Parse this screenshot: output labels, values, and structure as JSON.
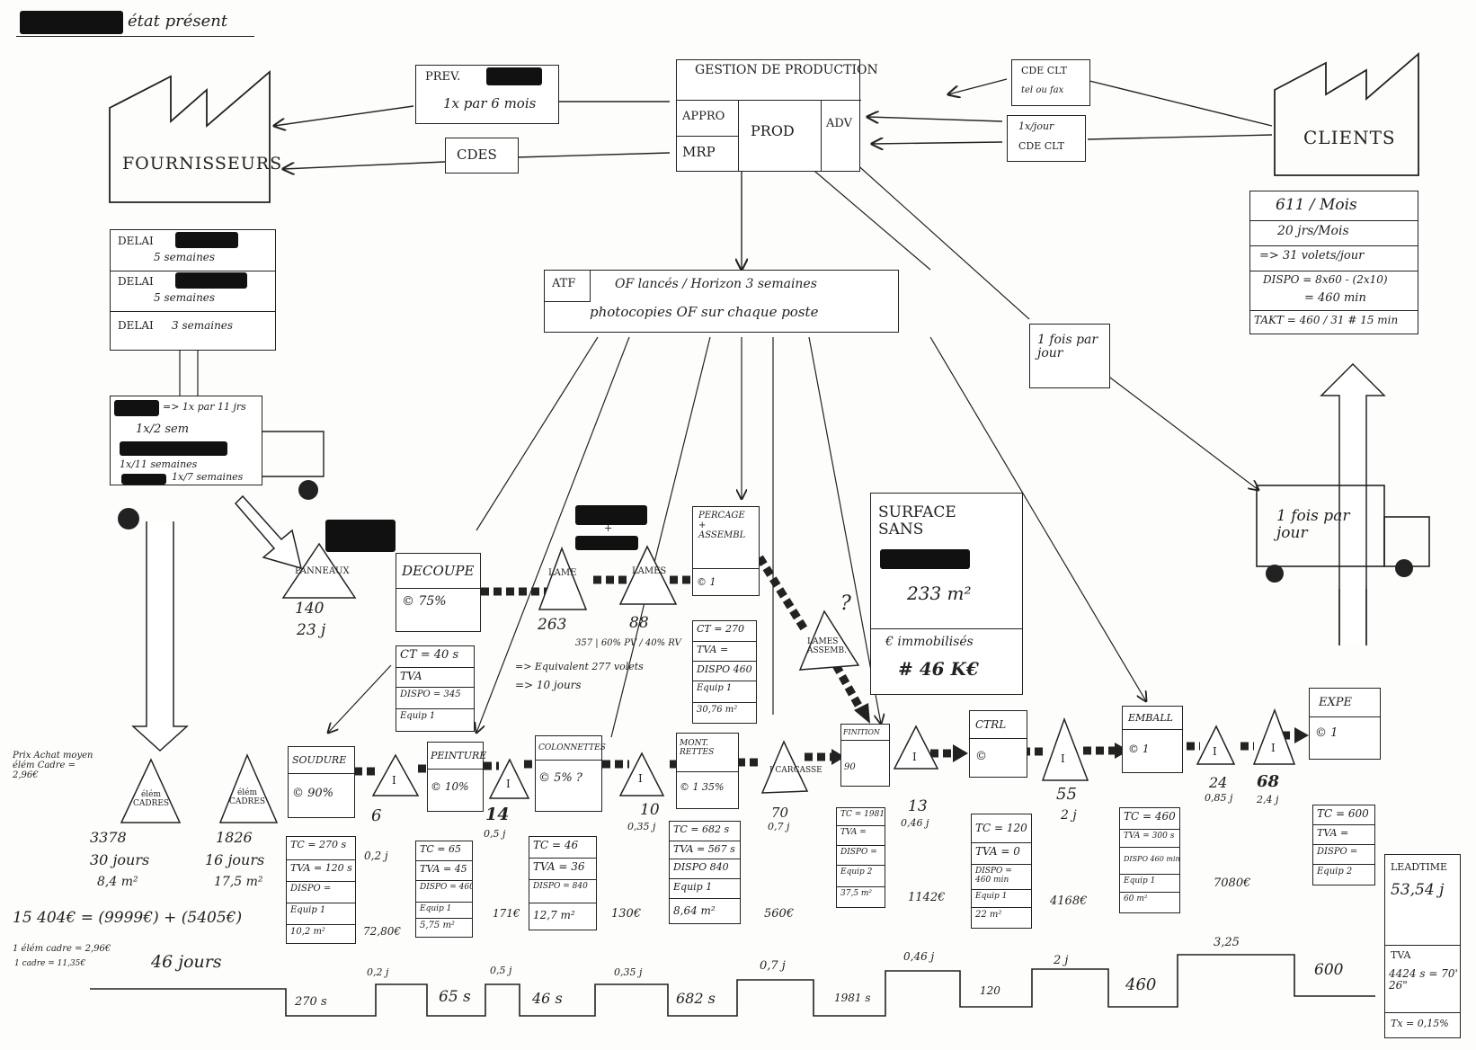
{
  "header": {
    "title": "état présent"
  },
  "management": {
    "title": "GESTION DE PRODUCTION",
    "appro": "APPRO",
    "mrp": "MRP",
    "prod": "PROD",
    "adv": "ADV"
  },
  "supplier_info": {
    "prev": "PREV.",
    "prev_freq": "1x par 6 mois",
    "cdes": "CDES",
    "label": "FOURNISSEURS",
    "delays": [
      "DELAI",
      "5 semaines",
      "DELAI",
      "5 semaines",
      "DELAI",
      "3 semaines"
    ]
  },
  "customer_info": {
    "label": "CLIENTS",
    "cde_clt": "CDE CLT",
    "cde_clt_sub": "tel ou fax",
    "daily": "1x/jour",
    "daily_sub": "CDE CLT",
    "demand": "611 / Mois",
    "days": "20 jrs/Mois",
    "per_day": "=> 31 volets/jour",
    "dispo": "DISPO = 8x60 - (2x10)",
    "dispo2": "= 460 min",
    "takt": "TAKT = 460 / 31 # 15 min"
  },
  "supplier_truck": {
    "line1": "=> 1x par 11 jrs",
    "line2": "1x/2 sem",
    "line3": "1x/11 semaines",
    "line4": "1x/7 semaines"
  },
  "planning": {
    "atf": "ATF",
    "line1": "OF lancés / Horizon 3 semaines",
    "line2": "photocopies OF sur chaque poste"
  },
  "shipping": {
    "freq_left": "1 fois par jour",
    "truck": "1 fois par jour"
  },
  "surface": {
    "title": "SURFACE SANS",
    "value": "233 m²",
    "immo": "€ immobilisés",
    "amount": "# 46 K€"
  },
  "inventories": {
    "panneaux": "PANNEAUX",
    "panneaux_qty": "140",
    "panneaux_days": "23 j",
    "lame": "LAME",
    "lames": "LAMES",
    "lame_qty": "263",
    "lames_qty": "88",
    "lames_note1": "357 | 60% PV / 40% RV",
    "lames_note2": "=> Equivalent 277 volets",
    "lames_note3": "=> 10 jours",
    "lames_assem": "LAMES ASSEMB.",
    "q_mark": "?",
    "elem_cadres": "élém CADRES",
    "elem_qty": "3378",
    "elem_days": "30 jours",
    "elem_area": "8,4 m²",
    "elem_cadres2": "élém CADRES",
    "elem2_qty": "1826",
    "elem2_days": "16 jours",
    "elem2_area": "17,5 m²",
    "prix_note": "Prix Achat moyen élém Cadre = 2,96€",
    "i": "I",
    "between1_days": "0,2 j",
    "between1_qty": "6",
    "between2_qty": "14",
    "between2_days": "0,5 j",
    "between3_qty": "10",
    "between3_days": "0,35 j",
    "between4_label": "I CARCASSE",
    "between4_qty": "70",
    "between4_days": "0,7 j",
    "between5_qty": "13",
    "between5_days": "0,46 j",
    "between6_qty": "55",
    "between6_days": "2 j",
    "between7_qty": "24",
    "between7_days": "0,85 j",
    "between8_qty": "68",
    "between8_days": "2,4 j"
  },
  "processes": {
    "decoupe": {
      "name": "DECOUPE",
      "foot": "© 75%",
      "data": [
        "CT = 40 s",
        "TVA",
        "DISPO = 345",
        "Equip 1"
      ]
    },
    "percage": {
      "name": "PERCAGE + ASSEMBL",
      "foot": "© 1",
      "data": [
        "CT = 270",
        "TVA =",
        "DISPO 460",
        "Equip 1",
        "30,76 m²"
      ]
    },
    "soudure": {
      "name": "SOUDURE",
      "foot": "© 90%",
      "data": [
        "TC = 270 s",
        "TVA = 120 s",
        "DISPO =",
        "Equip 1",
        "10,2 m²"
      ]
    },
    "peinture": {
      "name": "PEINTURE",
      "foot": "© 10%",
      "data": [
        "TC = 65",
        "TVA = 45",
        "DISPO = 460",
        "Equip 1",
        "5,75 m²"
      ]
    },
    "colonnettes": {
      "name": "COLONNETTES",
      "foot": "© 5% ?",
      "data": [
        "TC = 46",
        "TVA = 36",
        "DISPO = 840",
        "12,7 m²"
      ]
    },
    "montantes": {
      "name": "MONT. RETTES",
      "foot": "© 1  35%",
      "data": [
        "TC = 682 s",
        "TVA = 567 s",
        "DISPO 840",
        "Equip 1",
        "8,64 m²"
      ]
    },
    "finition": {
      "name": "FINITION",
      "foot": "90",
      "data": [
        "TC = 1981",
        "TVA =",
        "DISPO =",
        "Equip 2",
        "37,5 m²"
      ]
    },
    "ctrl": {
      "name": "CTRL",
      "foot": "©",
      "data": [
        "TC = 120",
        "TVA = 0",
        "DISPO = 460 min",
        "Equip 1",
        "22 m²"
      ]
    },
    "emball": {
      "name": "EMBALL",
      "foot": "© 1",
      "data": [
        "TC = 460",
        "TVA = 300 s",
        "DISPO 460 min",
        "Equip 1",
        "60 m²"
      ]
    },
    "expe": {
      "name": "EXPE",
      "foot": "© 1",
      "data": [
        "TC = 600",
        "TVA =",
        "DISPO =",
        "Equip 2"
      ]
    }
  },
  "costs": [
    "72,80€",
    "171€",
    "130€",
    "560€",
    "1142€",
    "4168€",
    "7080€"
  ],
  "cost_sum": "15 404€ = (9999€) + (5405€)",
  "cost_note1": "1 élém cadre = 2,96€",
  "cost_note2": "1 cadre = 11,35€",
  "timeline": {
    "top": [
      "46 jours",
      "0,2 j",
      "0,5 j",
      "0,35 j",
      "0,7 j",
      "0,46 j",
      "2 j",
      "3,25",
      ""
    ],
    "bottom": [
      "270 s",
      "65 s",
      "46 s",
      "682 s",
      "1981 s",
      "120",
      "460",
      "600"
    ]
  },
  "leadtime": {
    "label": "LEADTIME",
    "value": "53,54 j",
    "tva_label": "TVA",
    "tva_value": "4424 s = 70' 26\"",
    "tx": "Tx = 0,15%"
  }
}
